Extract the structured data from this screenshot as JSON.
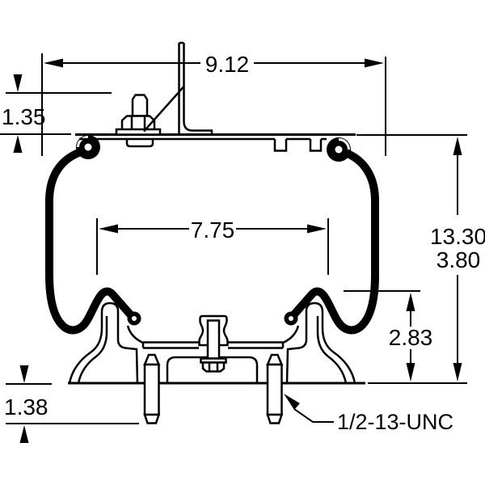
{
  "drawing": {
    "type": "air-spring-suspension-technical-drawing",
    "background": "#ffffff",
    "line_color": "#000000",
    "dimensions": {
      "overall_width": "9.12",
      "stud_height": "1.35",
      "piston_diameter": "7.75",
      "overall_height": "13.30",
      "compressed_height": "3.80",
      "piston_height": "2.83",
      "lower_stud_length": "1.38",
      "thread_callout": "1/2-13-UNC"
    }
  }
}
